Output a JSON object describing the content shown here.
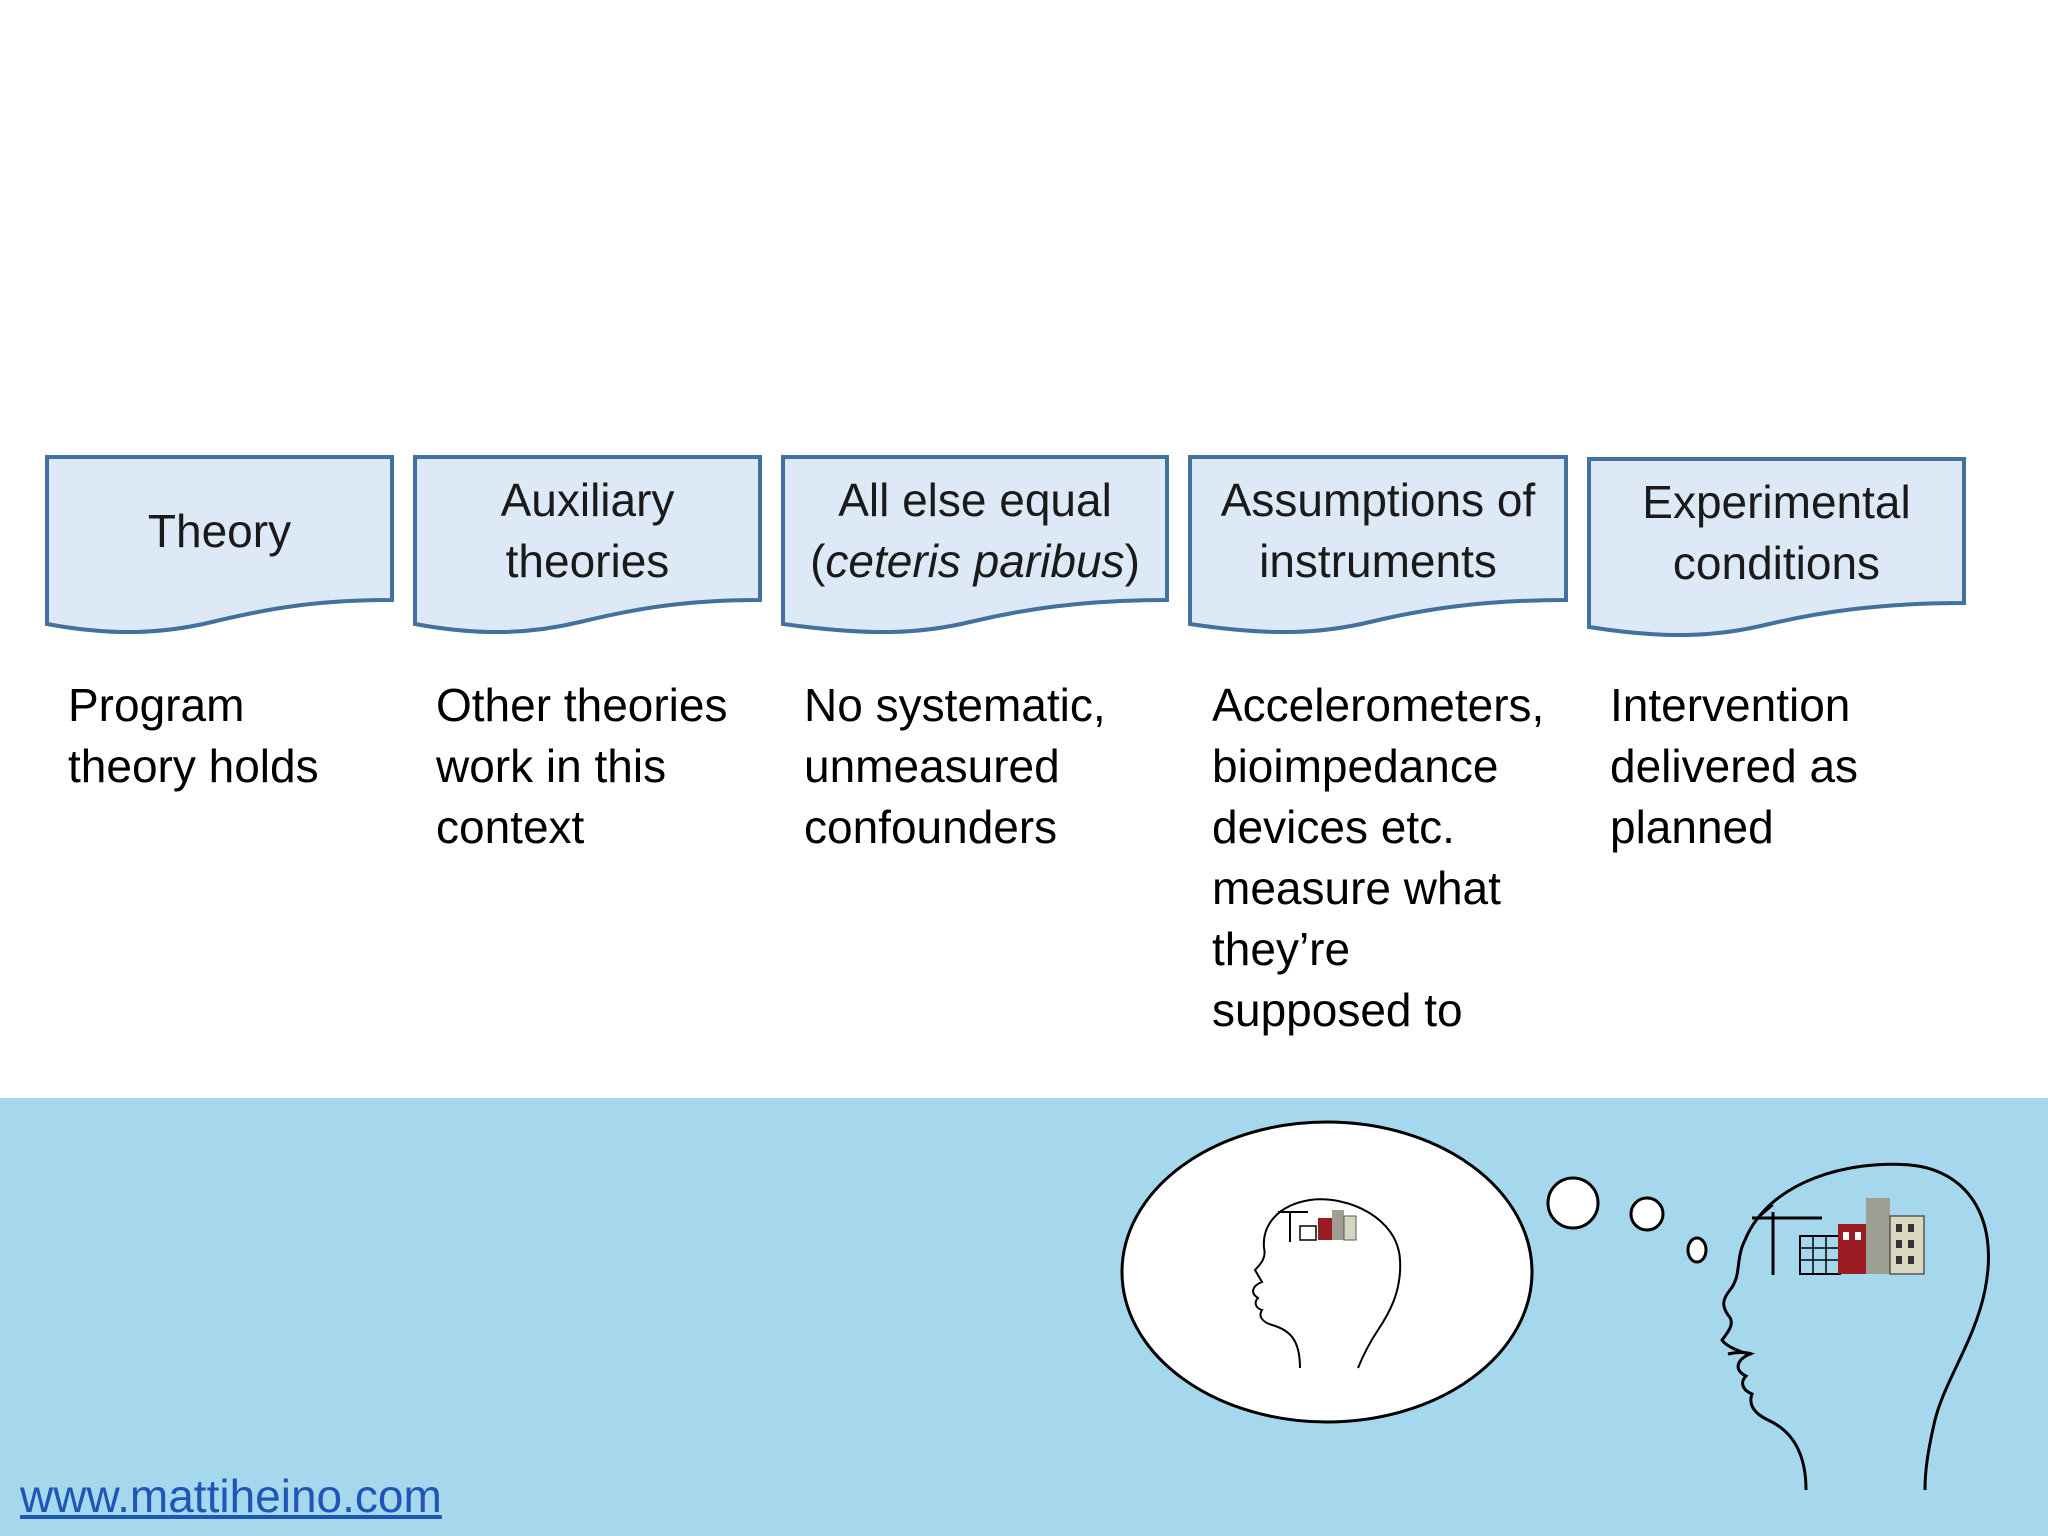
{
  "colors": {
    "box_fill": "#dde9f7",
    "box_stroke": "#41719c",
    "band": "#a5d8ec",
    "link": "#1f55b8"
  },
  "columns": [
    {
      "heading": "Theory",
      "body": "Program\ntheory holds"
    },
    {
      "heading": "Auxiliary\ntheories",
      "body": "Other theories\nwork in this\ncontext"
    },
    {
      "heading_main": "All else equal",
      "heading_paren_open": "(",
      "heading_italic": "ceteris paribus",
      "heading_paren_close": ")",
      "body": "No systematic,\nunmeasured\nconfounders"
    },
    {
      "heading": "Assumptions of\ninstruments",
      "body": "Accelerometers,\nbioimpedance\ndevices etc.\nmeasure what\nthey’re\nsupposed to"
    },
    {
      "heading": "Experimental\nconditions",
      "body": "Intervention\ndelivered as\nplanned"
    }
  ],
  "footer": {
    "website": "www.mattiheino.com"
  },
  "illustration": {
    "icons": [
      "thought-bubble-icon",
      "person-head-icon",
      "small-head-icon",
      "city-construction-icon"
    ]
  }
}
